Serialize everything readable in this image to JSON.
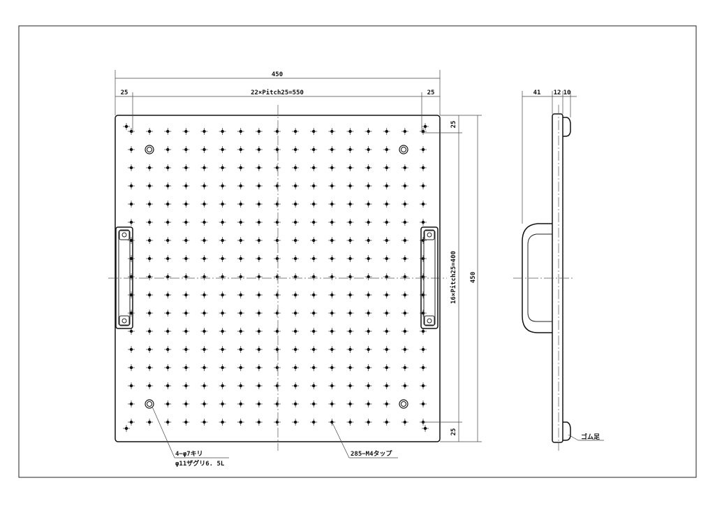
{
  "dimensions": {
    "overall_width": "450",
    "left_margin": "25",
    "pitch_x": "22×Pitch25=550",
    "right_margin": "25",
    "top_margin": "25",
    "bottom_margin": "25",
    "pitch_y": "16×Pitch25=400",
    "overall_height": "450",
    "side_handle": "41",
    "side_thickness": "12",
    "side_foot": "10"
  },
  "callouts": {
    "counterbore_line1": "4−φ7キリ",
    "counterbore_line2": "φ11ザグリ6. 5L",
    "tapped_holes": "285−M4タップ",
    "rubber_foot": "ゴム足"
  },
  "grid": {
    "columns": 17,
    "rows": 17
  }
}
